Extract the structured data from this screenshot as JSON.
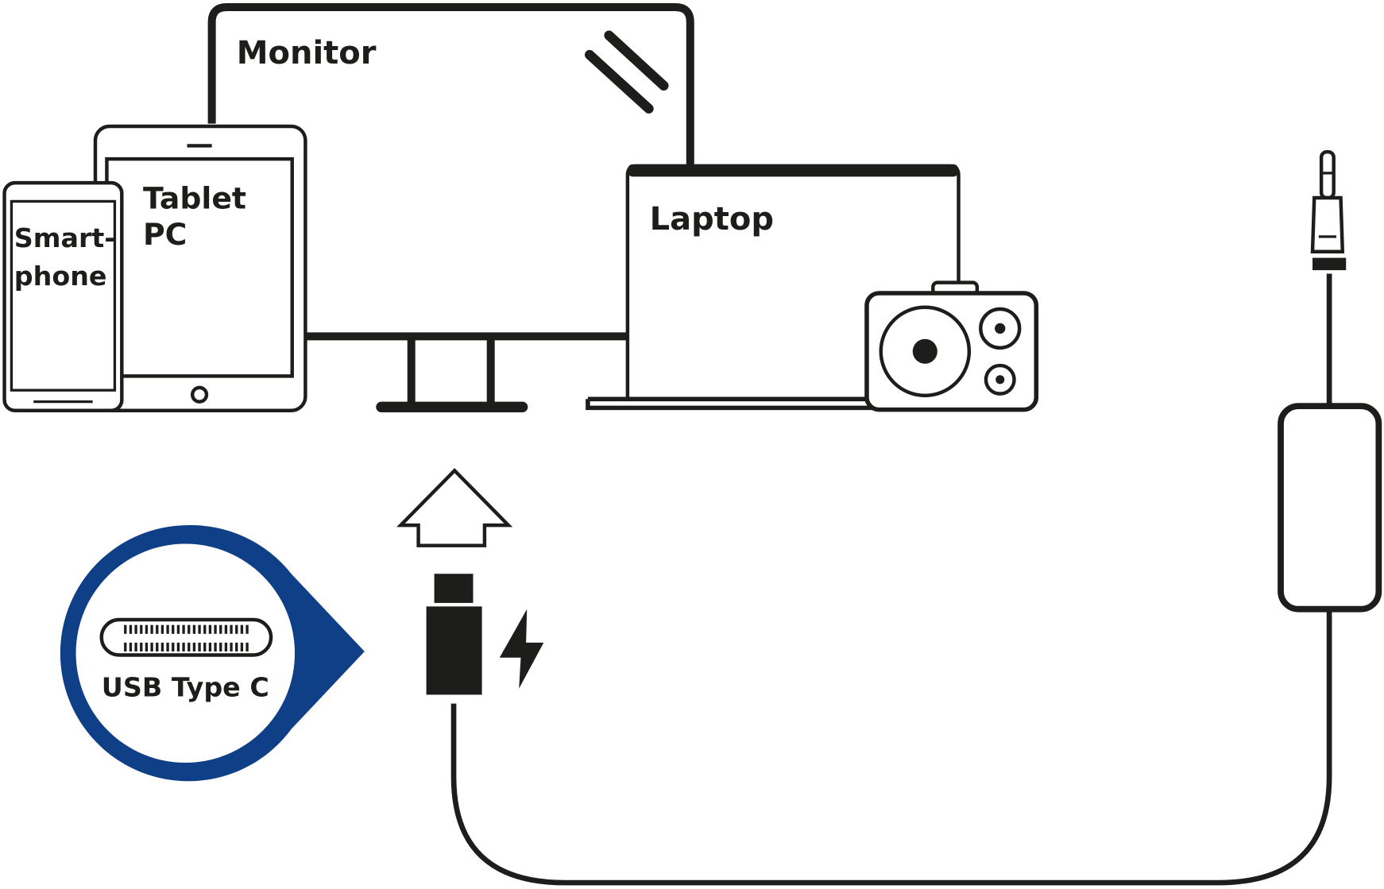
{
  "devices": {
    "monitor": "Monitor",
    "tablet_line1": "Tablet",
    "tablet_line2": "PC",
    "smartphone_line1": "Smart-",
    "smartphone_line2": "phone",
    "laptop": "Laptop"
  },
  "connector": {
    "label": "USB Type C"
  },
  "colors": {
    "accent": "#0f3f86",
    "line": "#1d1d1b"
  },
  "icons": [
    "monitor-icon",
    "tablet-icon",
    "smartphone-icon",
    "laptop-icon",
    "camera-icon",
    "up-arrow-icon",
    "usb-c-plug-icon",
    "lightning-icon",
    "audio-jack-icon",
    "inline-control-icon"
  ]
}
